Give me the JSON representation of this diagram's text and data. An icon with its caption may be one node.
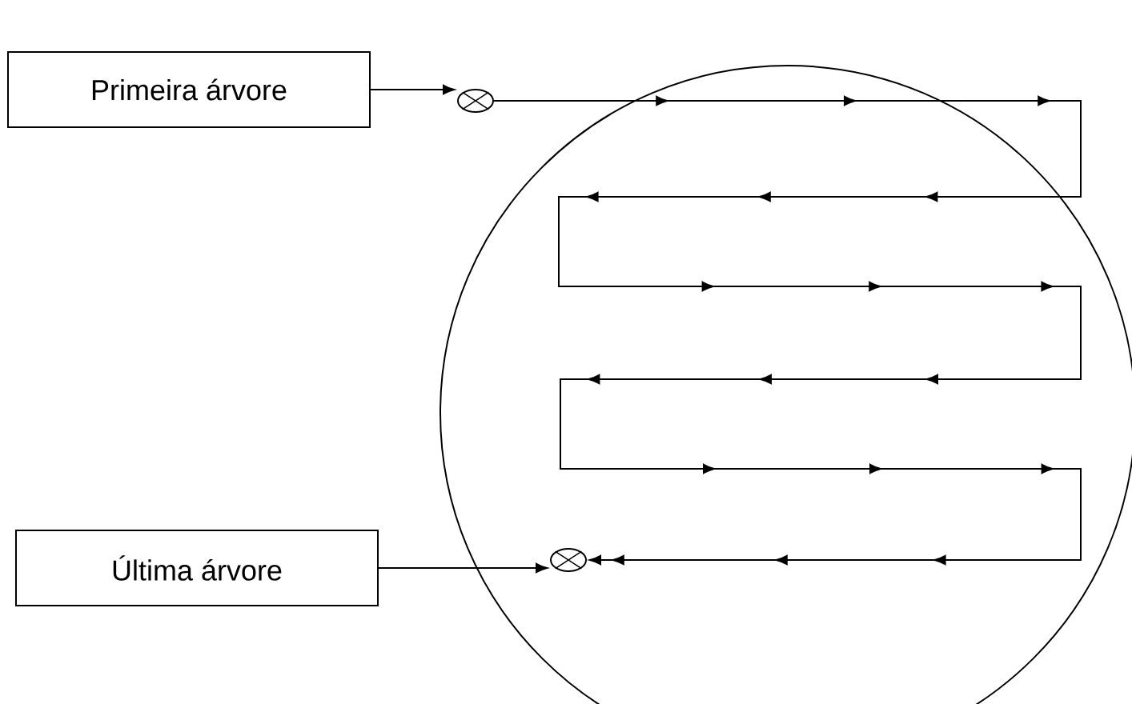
{
  "diagram": {
    "nodes": [
      {
        "text": [
          "Primeira árvore"
        ]
      },
      {
        "text": [
          "Última árvore"
        ]
      },
      {
        "text": [],
        "shape": "circle"
      },
      {
        "text": [],
        "shape": "circle"
      },
      {
        "text": [],
        "shape": "circle",
        "in": 2
      }
    ],
    "edges": [
      {
        "from": 0,
        "to": 3,
        "arrow": "to"
      },
      {
        "from": 1,
        "to": 4,
        "arrow": "to"
      },
      {
        "from": 3,
        "to": 4,
        "arrow": "to"
      }
    ]
  }
}
